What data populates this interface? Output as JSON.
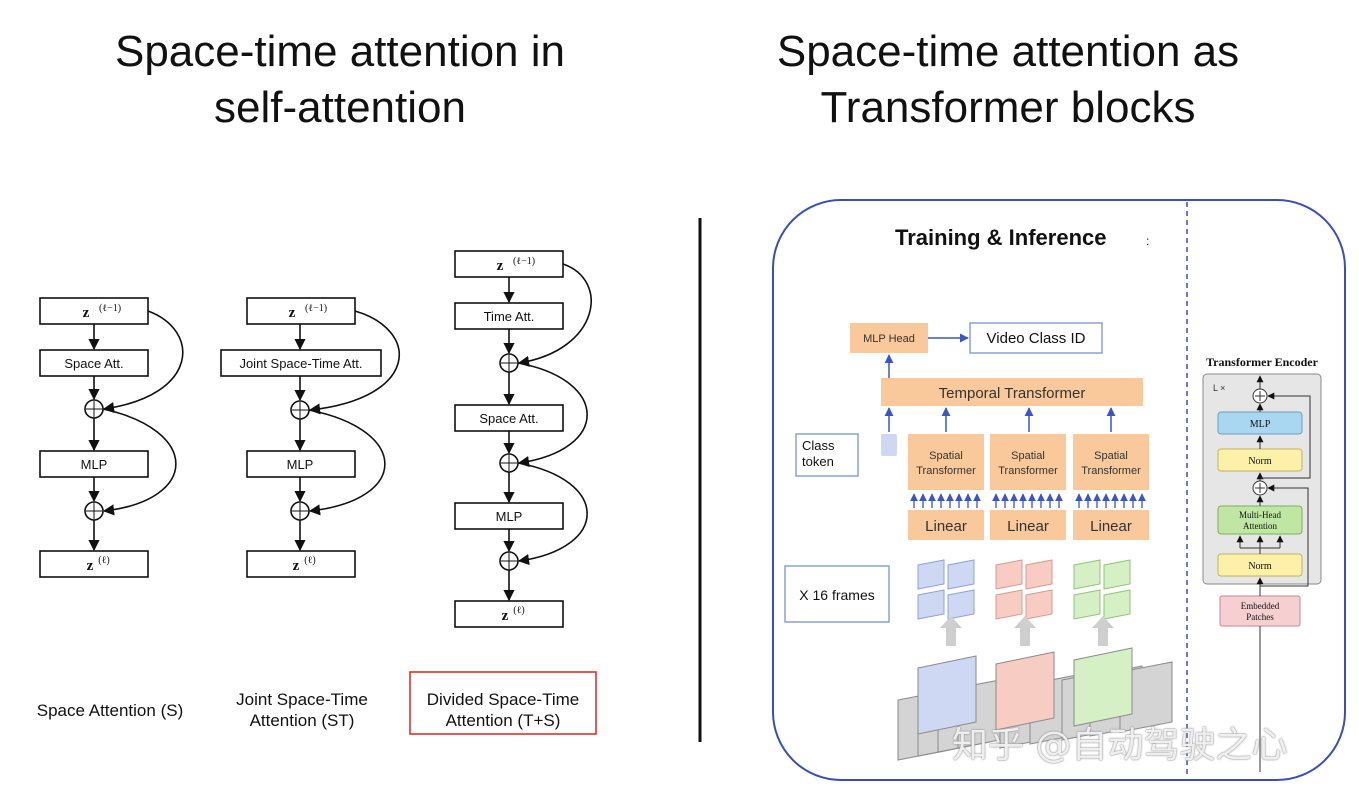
{
  "left_title": {
    "line1": "Space-time attention in",
    "line2": "self-attention"
  },
  "right_title": {
    "line1": "Space-time attention as",
    "line2": "Transformer blocks"
  },
  "left": {
    "col1": {
      "input": "z",
      "input_sup": "(ℓ−1)",
      "attn": "Space Att.",
      "mlp": "MLP",
      "output": "z",
      "output_sup": "(ℓ)",
      "caption": "Space Attention (S)"
    },
    "col2": {
      "input": "z",
      "input_sup": "(ℓ−1)",
      "attn": "Joint Space-Time Att.",
      "mlp": "MLP",
      "output": "z",
      "output_sup": "(ℓ)",
      "caption_line1": "Joint Space-Time",
      "caption_line2": "Attention (ST)"
    },
    "col3": {
      "input": "z",
      "input_sup": "(ℓ−1)",
      "time_attn": "Time Att.",
      "space_attn": "Space Att.",
      "mlp": "MLP",
      "output": "z",
      "output_sup": "(ℓ)",
      "caption_line1": "Divided Space-Time",
      "caption_line2": "Attention (T+S)"
    },
    "plus": "+"
  },
  "right": {
    "heading": "Training & Inference",
    "heading_suffix": ":",
    "mlp_head": "MLP Head",
    "video_class": "Video Class ID",
    "temporal": "Temporal Transformer",
    "class_token_line1": "Class",
    "class_token_line2": "token",
    "spatial_line1": "Spatial",
    "spatial_line2": "Transformer",
    "linear": "Linear",
    "frames": "X 16 frames",
    "encoder": {
      "title": "Transformer Encoder",
      "repeat": "L ×",
      "mlp": "MLP",
      "norm": "Norm",
      "mha_line1": "Multi-Head",
      "mha_line2": "Attention",
      "embedded_line1": "Embedded",
      "embedded_line2": "Patches"
    },
    "colors": {
      "orange": "#f9c99b",
      "blue": "#cfd8f3",
      "pink": "#f7cdc3",
      "green": "#d6f0c6",
      "mlp_blue": "#a9d7f2",
      "norm_yellow": "#fdf0a8",
      "mha_green": "#bfe6a3",
      "embed_pink": "#f6cfd0"
    }
  },
  "watermark": "知乎 @自动驾驶之心"
}
